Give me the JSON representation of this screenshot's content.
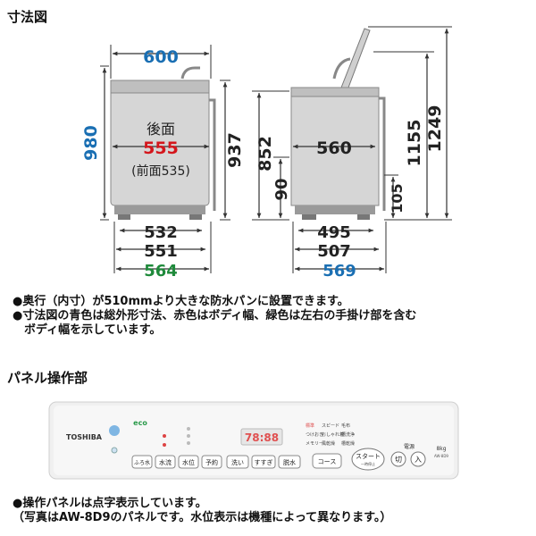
{
  "colors": {
    "blue": "#1a6fb3",
    "red": "#d4161c",
    "green": "#1f8a3b",
    "line": "#333333",
    "body": "#d5d5d5",
    "panel": "#eeeeee"
  },
  "section_dimensions_title": "寸法図",
  "section_panel_title": "パネル操作部",
  "front_view": {
    "width_top": "600",
    "height_left": "980",
    "height_right": "937",
    "back_label": "後面",
    "back_width": "555",
    "front_note": "(前面535)",
    "bottom_1": "532",
    "bottom_2": "551",
    "bottom_3": "564"
  },
  "side_view": {
    "depth_inner": "560",
    "height_852": "852",
    "height_90": "90",
    "height_105": "105",
    "height_1155": "1155",
    "height_1249": "1249",
    "bottom_1": "495",
    "bottom_2": "507",
    "bottom_3": "569"
  },
  "notes_dimensions": [
    "●奥行（内寸）が510mmより大きな防水パンに設置できます。",
    "●寸法図の青色は総外形寸法、赤色はボディ幅、緑色は左右の手掛け部を含む",
    "　ボディ幅を示しています。"
  ],
  "panel": {
    "brand": "TOSHIBA",
    "button_furo": "ふろ水",
    "button_suiryu": "水流",
    "button_suii": "水位",
    "button_yoyaku": "予約",
    "button_arai": "洗い",
    "button_susugi": "すすぎ",
    "button_dassui": "脱水",
    "button_course": "コース",
    "button_start": "スタート",
    "button_start_sub": "一時停止",
    "button_off": "切",
    "button_on": "入",
    "power_label": "電源",
    "display_value": "78:88",
    "eco_label": "eco",
    "capacity_label": "8kg",
    "model_label": "AW-8D9",
    "course_labels": [
      "標準",
      "スピード",
      "毛布",
      "つけおき",
      "おしゃれ着",
      "槽洗浄",
      "メモリー",
      "風乾燥",
      "槽乾燥"
    ]
  },
  "notes_panel": [
    "●操作パネルは点字表示しています。",
    "（写真はAW-8D9のパネルです。水位表示は機種によって異なります。）"
  ]
}
